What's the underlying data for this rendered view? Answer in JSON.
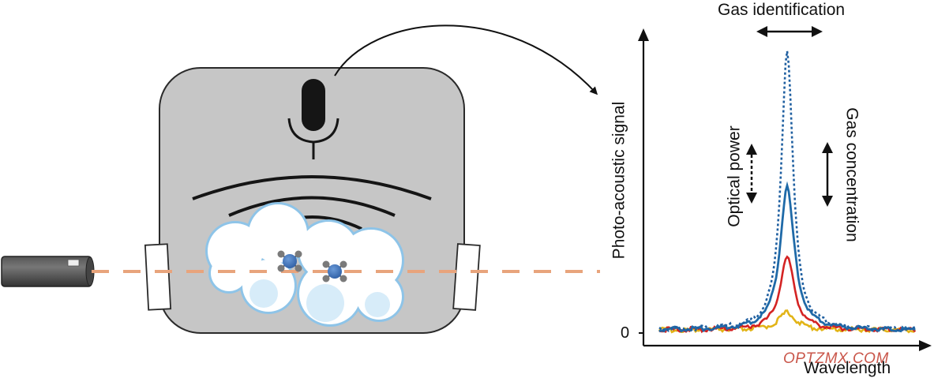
{
  "labels": {
    "gas_identification": "Gas identification",
    "optical_power": "Optical power",
    "gas_concentration": "Gas concentration",
    "y_axis": "Photo-acoustic signal",
    "x_axis": "Wavelength",
    "zero": "0"
  },
  "watermark": "OPTZMX.COM",
  "colors": {
    "chamber": "#c6c6c6",
    "cloud_fill": "#ffffff",
    "cloud_outline": "#8ec4e8",
    "molecule": "#3a6fb8",
    "laser_beam": "#e8a47c",
    "watermark": "#c0392b",
    "series_dotted": "#1f5fa0",
    "series_blue": "#1f6aa8",
    "series_red": "#d42323",
    "series_yellow": "#e2b417"
  }
}
